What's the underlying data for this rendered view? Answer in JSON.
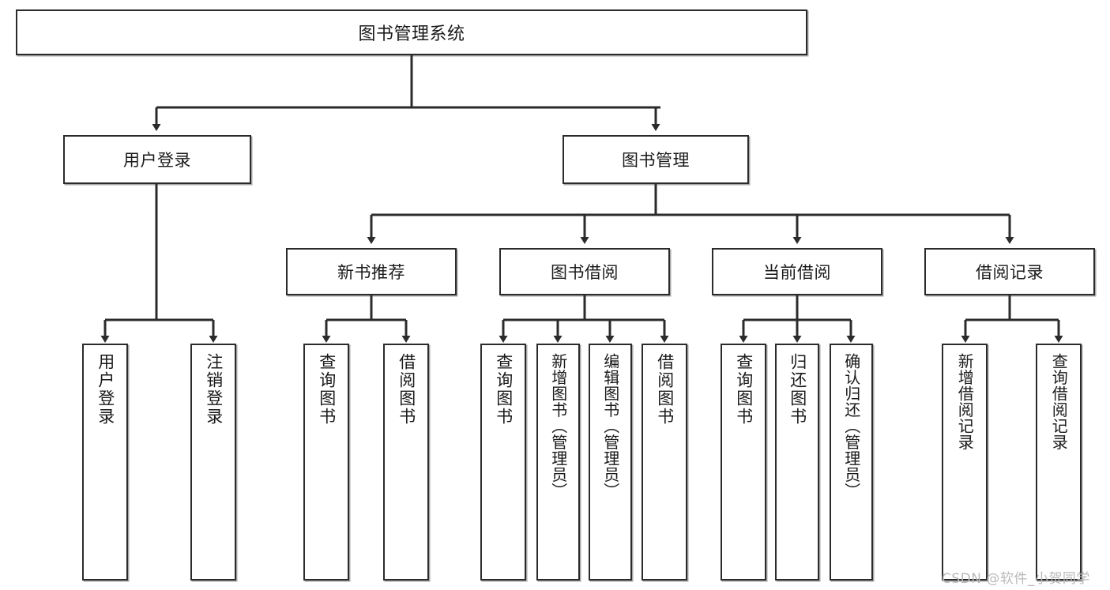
{
  "diagram": {
    "type": "tree-hierarchy-chart",
    "title": "图书管理系统",
    "watermark": "CSDN @软件_小贺同学",
    "colors": {
      "box_border": "#2b2b2b",
      "box_fill": "#ffffff",
      "connector": "#2b2b2b",
      "watermark": "#b9b9b9"
    },
    "nodes": {
      "root": {
        "label": "图书管理系统"
      },
      "level2": [
        {
          "id": "user-login",
          "label": "用户登录"
        },
        {
          "id": "book-manage",
          "label": "图书管理"
        }
      ],
      "level3": [
        {
          "id": "new-book-rec",
          "label": "新书推荐",
          "parent": "book-manage"
        },
        {
          "id": "book-borrow",
          "label": "图书借阅",
          "parent": "book-manage"
        },
        {
          "id": "current-borrow",
          "label": "当前借阅",
          "parent": "book-manage"
        },
        {
          "id": "borrow-record",
          "label": "借阅记录",
          "parent": "book-manage"
        }
      ],
      "leaves": [
        {
          "id": "leaf-user-login",
          "label": "用户登录",
          "parent": "user-login"
        },
        {
          "id": "leaf-user-logout",
          "label": "注销登录",
          "parent": "user-login"
        },
        {
          "id": "leaf-query-book-1",
          "label": "查询图书",
          "parent": "new-book-rec"
        },
        {
          "id": "leaf-borrow-book-1",
          "label": "借阅图书",
          "parent": "new-book-rec"
        },
        {
          "id": "leaf-query-book-2",
          "label": "查询图书",
          "parent": "book-borrow"
        },
        {
          "id": "leaf-add-book",
          "label": "新增图书（管理员）",
          "parent": "book-borrow"
        },
        {
          "id": "leaf-edit-book",
          "label": "编辑图书（管理员）",
          "parent": "book-borrow"
        },
        {
          "id": "leaf-borrow-book-2",
          "label": "借阅图书",
          "parent": "book-borrow"
        },
        {
          "id": "leaf-query-book-3",
          "label": "查询图书",
          "parent": "current-borrow"
        },
        {
          "id": "leaf-return-book",
          "label": "归还图书",
          "parent": "current-borrow"
        },
        {
          "id": "leaf-confirm-return",
          "label": "确认归还（管理员）",
          "parent": "current-borrow"
        },
        {
          "id": "leaf-add-record",
          "label": "新增借阅记录",
          "parent": "borrow-record"
        },
        {
          "id": "leaf-query-record",
          "label": "查询借阅记录",
          "parent": "borrow-record"
        }
      ]
    }
  }
}
